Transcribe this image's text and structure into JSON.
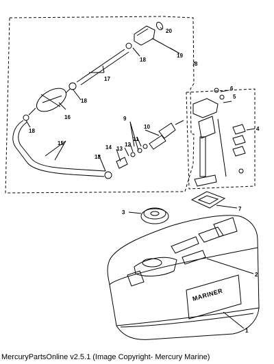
{
  "diagram": {
    "footer_text": "MercuryPartsOnline v2.5.1 (Image Copyright- Mercury Marine)",
    "brand_text": "MARINER",
    "callouts": [
      {
        "id": "c1",
        "text": "1"
      },
      {
        "id": "c2",
        "text": "2"
      },
      {
        "id": "c3",
        "text": "3"
      },
      {
        "id": "c4",
        "text": "4"
      },
      {
        "id": "c5",
        "text": "5"
      },
      {
        "id": "c6",
        "text": "6"
      },
      {
        "id": "c7",
        "text": "7"
      },
      {
        "id": "c8",
        "text": "8"
      },
      {
        "id": "c9",
        "text": "9"
      },
      {
        "id": "c10",
        "text": "10"
      },
      {
        "id": "c11",
        "text": "11"
      },
      {
        "id": "c12",
        "text": "12"
      },
      {
        "id": "c13",
        "text": "13"
      },
      {
        "id": "c14",
        "text": "14"
      },
      {
        "id": "c15",
        "text": "15"
      },
      {
        "id": "c16",
        "text": "16"
      },
      {
        "id": "c17",
        "text": "17"
      },
      {
        "id": "c18a",
        "text": "18"
      },
      {
        "id": "c18b",
        "text": "18"
      },
      {
        "id": "c18c",
        "text": "18"
      },
      {
        "id": "c18d",
        "text": "18"
      },
      {
        "id": "c19",
        "text": "19"
      },
      {
        "id": "c20",
        "text": "20"
      }
    ]
  }
}
